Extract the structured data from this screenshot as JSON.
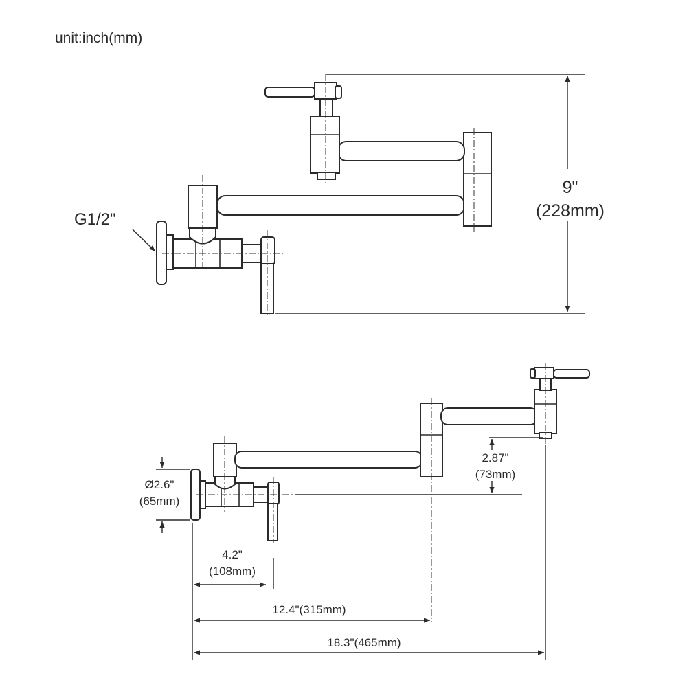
{
  "unit_note": "unit:inch(mm)",
  "top_view": {
    "thread_label": "G1/2\"",
    "height": {
      "inch": "9\"",
      "mm": "(228mm)"
    }
  },
  "bottom_view": {
    "flange_diameter": {
      "inch": "Ø2.6\"",
      "mm": "(65mm)"
    },
    "spout_offset": {
      "inch": "2.87\"",
      "mm": "(73mm)"
    },
    "handle_reach": {
      "inch": "4.2\"",
      "mm": "(108mm)"
    },
    "joint_reach": "12.4\"(315mm)",
    "max_reach": "18.3\"(465mm)"
  }
}
